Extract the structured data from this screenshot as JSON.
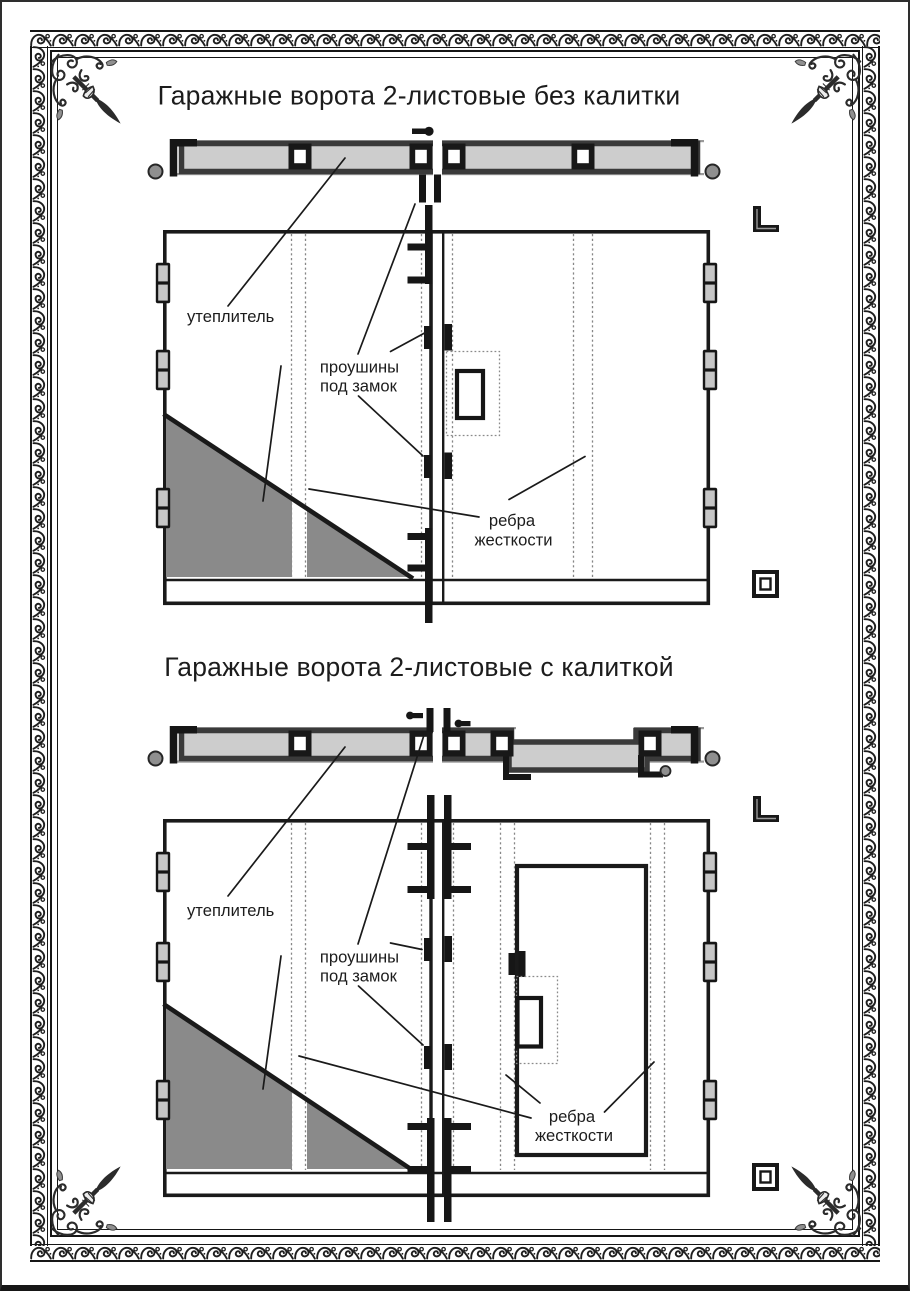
{
  "document": {
    "sections": [
      {
        "title": "Гаражные ворота 2-листовые без калитки",
        "labels": {
          "insulation": "утеплитель",
          "lock_lugs": [
            "проушины",
            "под замок"
          ],
          "stiffening_ribs": [
            "ребра",
            "жесткости"
          ]
        }
      },
      {
        "title": "Гаражные ворота 2-листовые с калиткой",
        "labels": {
          "insulation": "утеплитель",
          "lock_lugs": [
            "проушины",
            "под замок"
          ],
          "stiffening_ribs": [
            "ребра",
            "жесткости"
          ]
        }
      }
    ]
  },
  "symbols": {
    "angle_profile_icon": "L-shape",
    "square_tube_icon": "nested-square"
  },
  "colors": {
    "line": "#1a1a1a",
    "insulation_fill": "#8a8a8a",
    "panel_fill": "#cdcdcd",
    "frame_band": "#3a3a3a",
    "hinge_fill": "#c6c6c6",
    "dashed_line": "#878787",
    "background": "#ffffff"
  }
}
